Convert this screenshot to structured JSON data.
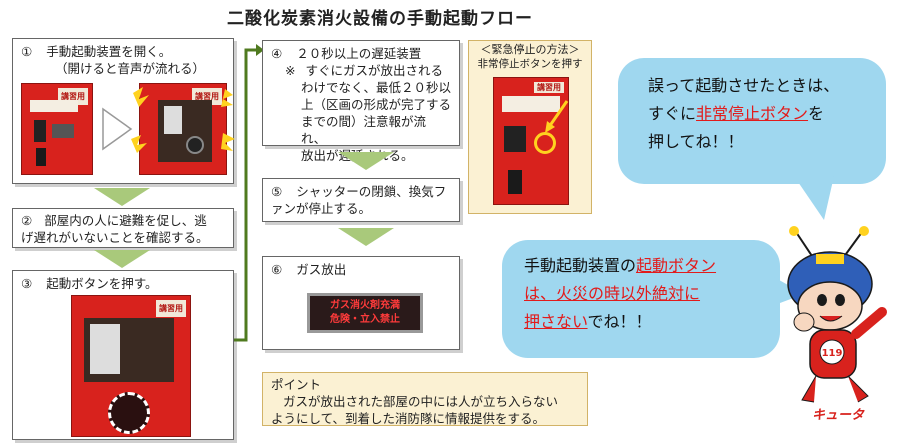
{
  "title": "二酸化炭素消火設備の手動起動フロー",
  "steps": [
    {
      "num": "①",
      "text1": "手動起動装置を開く。",
      "text2": "（開けると音声が流れる）"
    },
    {
      "num": "②",
      "text1": "部屋内の人に避難を促し、逃",
      "text2": "げ遅れがいないことを確認する。"
    },
    {
      "num": "③",
      "text1": "起動ボタンを押す。"
    },
    {
      "num": "④",
      "text1": "２０秒以上の遅延装置",
      "note_mark": "※",
      "note_lines": [
        "すぐにガスが放出される",
        "わけでなく、最低２０秒以",
        "上（区画の形成が完了する",
        "までの間）注意報が流れ、",
        "放出が遅延される。"
      ]
    },
    {
      "num": "⑤",
      "text1": "シャッターの閉鎖、換気フ",
      "text2": "ァンが停止する。"
    },
    {
      "num": "⑥",
      "text1": "ガス放出"
    }
  ],
  "panel_label": "講習用",
  "sign": {
    "line1": "ガス消火剤充満",
    "line2": "危険・立入禁止"
  },
  "emergency": {
    "title": "＜緊急停止の方法＞",
    "subtitle": "非常停止ボタンを押す"
  },
  "point": {
    "heading": "ポイント",
    "line1": "ガスが放出された部屋の中には人が立ち入らない",
    "line2": "ようにして、到着した消防隊に情報提供をする。"
  },
  "bubble1": {
    "l1": "誤って起動させたときは、",
    "l2a": "すぐに",
    "l2b": "非常停止ボタン",
    "l2c": "を",
    "l3": "押してね！！"
  },
  "bubble2": {
    "l1a": "手動起動装置の",
    "l1b": "起動ボタン",
    "l2": "は、火災の時以外絶対に",
    "l3a": "押さない",
    "l3b": "でね！！"
  },
  "mascot_name": "キュータ",
  "colors": {
    "arrow": "#a9c97b",
    "connector": "#4f7a1f",
    "panel": "#d8221d",
    "bubble": "#9fd7ef",
    "accent": "#e21b1b"
  }
}
